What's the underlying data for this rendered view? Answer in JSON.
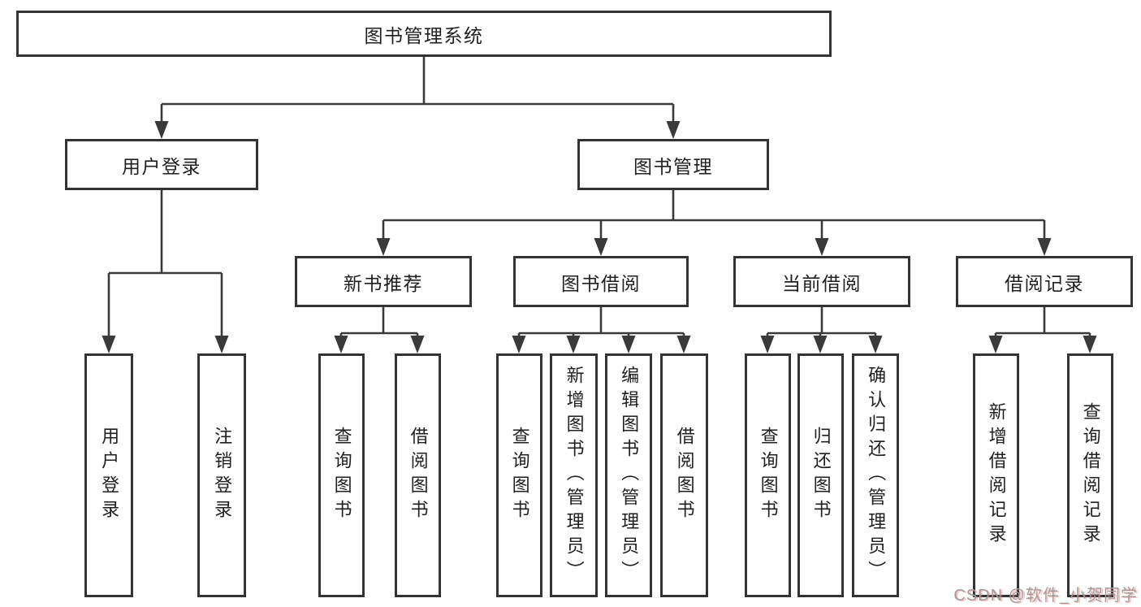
{
  "diagram": {
    "root": {
      "label": "图书管理系统"
    },
    "branches": [
      {
        "label": "用户登录",
        "children": [
          {
            "label": "用户登录"
          },
          {
            "label": "注销登录"
          }
        ]
      },
      {
        "label": "图书管理",
        "children": [
          {
            "label": "新书推荐",
            "children": [
              {
                "label": "查询图书"
              },
              {
                "label": "借阅图书"
              }
            ]
          },
          {
            "label": "图书借阅",
            "children": [
              {
                "label": "查询图书"
              },
              {
                "label": "新增图书（管理员）"
              },
              {
                "label": "编辑图书（管理员）"
              },
              {
                "label": "借阅图书"
              }
            ]
          },
          {
            "label": "当前借阅",
            "children": [
              {
                "label": "查询图书"
              },
              {
                "label": "归还图书"
              },
              {
                "label": "确认归还（管理员）"
              }
            ]
          },
          {
            "label": "借阅记录",
            "children": [
              {
                "label": "新增借阅记录"
              },
              {
                "label": "查询借阅记录"
              }
            ]
          }
        ]
      }
    ]
  },
  "watermark": {
    "text": "CSDN @软件_小贺同学"
  },
  "colors": {
    "line": "#3a3a3a",
    "box_border": "#333333",
    "text": "#1f1f1f",
    "background": "#ffffff",
    "watermark_gray": "#9c9c9c",
    "watermark_red_shadow": "#fa5f55"
  }
}
